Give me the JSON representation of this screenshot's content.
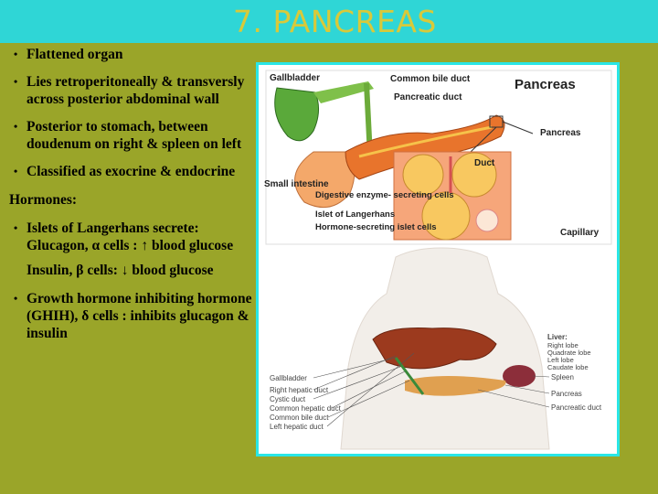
{
  "slide": {
    "title": "7. PANCREAS",
    "bullets": [
      "Flattened organ",
      "Lies retroperitoneally & transversly across posterior abdominal wall",
      "Posterior to stomach, between doudenum on right & spleen on left",
      "Classified as exocrine & endocrine"
    ],
    "hormones_heading": "Hormones:",
    "hormone_items": {
      "islets": "Islets of Langerhans secrete: Glucagon, α cells : ↑ blood glucose",
      "insulin": "Insulin, β cells: ↓ blood  glucose",
      "ghih": "Growth hormone inhibiting hormone (GHIH), δ cells : inhibits glucagon & insulin"
    }
  },
  "figure": {
    "top_panel": {
      "heading": "Pancreas",
      "labels": {
        "gallbladder": "Gallbladder",
        "common_bile_duct": "Common bile duct",
        "pancreatic_duct": "Pancreatic duct",
        "pancreas": "Pancreas",
        "small_intestine": "Small intestine",
        "duct": "Duct",
        "digestive_cells": "Digestive enzyme- secreting cells",
        "islet": "Islet of Langerhans",
        "hormone_cells": "Hormone-secreting islet cells",
        "capillary": "Capillary"
      }
    },
    "bottom_panel": {
      "liver_heading": "Liver:",
      "liver_lobes": [
        "Right lobe",
        "Quadrate lobe",
        "Left lobe",
        "Caudate lobe"
      ],
      "left_labels": [
        "Gallbladder",
        "Right hepatic duct",
        "Cystic duct",
        "Common hepatic duct",
        "Common bile duct",
        "Left hepatic duct"
      ],
      "right_labels": [
        "Spleen",
        "Pancreas",
        "Pancreatic duct"
      ]
    }
  }
}
